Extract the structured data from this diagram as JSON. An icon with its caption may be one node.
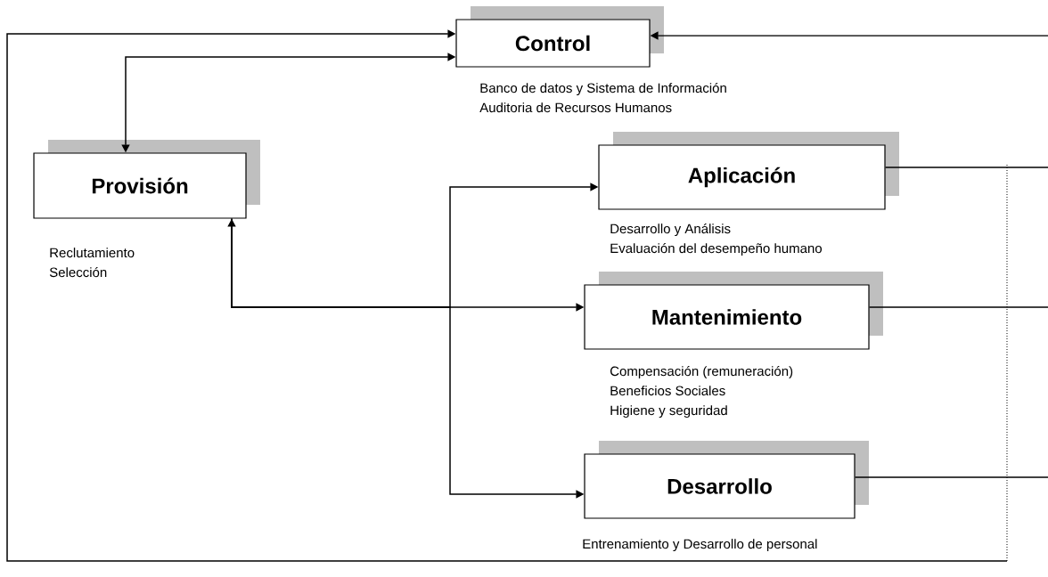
{
  "diagram": {
    "nodes": [
      {
        "text": [
          "Control"
        ],
        "beside": [
          "Banco de datos y Sistema de Información",
          "Auditoria de Recursos Humanos"
        ]
      },
      {
        "text": [
          "Provisión"
        ],
        "beside": [
          "Reclutamiento",
          "Selección"
        ]
      },
      {
        "text": [
          "Aplicación"
        ],
        "beside": [
          "Desarrollo y Análisis",
          "Evaluación del desempeño humano"
        ]
      },
      {
        "text": [
          "Mantenimiento"
        ],
        "beside": [
          "Compensación (remuneración)",
          "Beneficios Sociales",
          "Higiene y seguridad"
        ]
      },
      {
        "text": [
          "Desarrollo"
        ],
        "beside": [
          "Entrenamiento y Desarrollo de personal"
        ]
      }
    ],
    "edges": [
      {
        "from": 0,
        "to": 1,
        "arrow": "both"
      },
      {
        "from": 1,
        "to": 2,
        "arrow": "to"
      },
      {
        "from": 1,
        "to": 3,
        "arrow": "both"
      },
      {
        "from": 1,
        "to": 4,
        "arrow": "to"
      },
      {
        "from": 2,
        "to": null,
        "arrow": "none"
      },
      {
        "from": 3,
        "to": null,
        "arrow": "none"
      },
      {
        "from": 4,
        "to": null,
        "arrow": "none"
      },
      {
        "from": null,
        "to": 0,
        "arrow": "to"
      },
      {
        "from": null,
        "to": 0,
        "arrow": "to"
      }
    ]
  }
}
